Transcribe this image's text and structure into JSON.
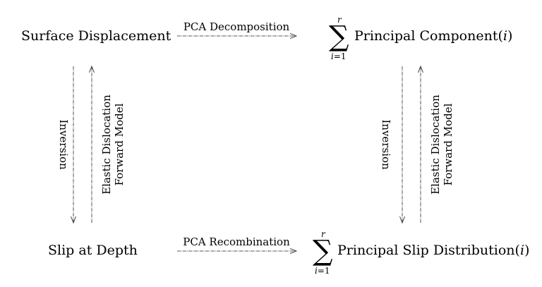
{
  "nodes": {
    "surface_displacement": "Surface Displacement",
    "slip_at_depth": "Slip at Depth",
    "principal_component": {
      "upper_limit": "r",
      "index_var": "i",
      "index_eq": "=1",
      "label_main": "Principal Component(",
      "label_var": "i",
      "label_close": ")"
    },
    "principal_slip_distribution": {
      "upper_limit": "r",
      "index_var": "i",
      "index_eq": "=1",
      "label_main": "Principal Slip Distribution(",
      "label_var": "i",
      "label_close": ")"
    }
  },
  "edges": {
    "top": "PCA Decomposition",
    "bottom": "PCA Recombination",
    "left_down": "Inversion",
    "left_up_line1": "Elastic Dislocation",
    "left_up_line2": "Forward Model",
    "right_down": "Inversion",
    "right_up_line1": "Elastic Dislocation",
    "right_up_line2": "Forward Model"
  },
  "colors": {
    "line_main": "#555555",
    "line_accent_red": "#c0392b",
    "line_accent_blue": "#2c3e8c"
  }
}
